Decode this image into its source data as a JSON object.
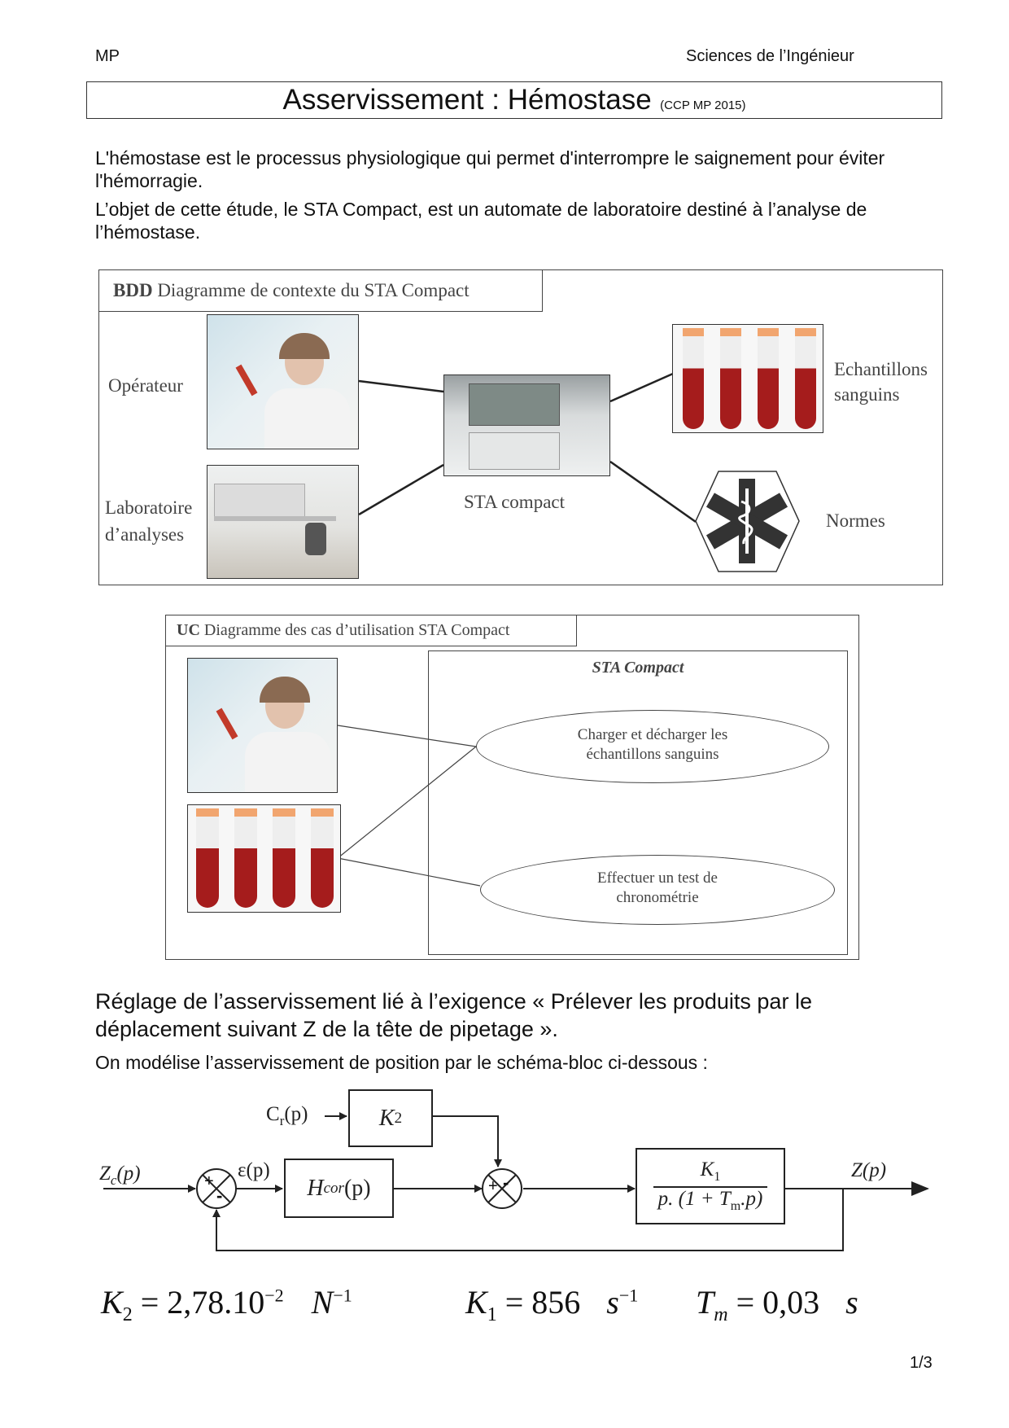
{
  "header": {
    "left": "MP",
    "right": "Sciences de l’Ingénieur"
  },
  "title": {
    "main": "Asservissement : Hémostase",
    "sub": "(CCP MP 2015)"
  },
  "intro": {
    "p1": "L'hémostase est le processus physiologique qui permet d'interrompre le saignement pour éviter l'hémorragie.",
    "p2": "L’objet de cette étude, le STA Compact, est un automate de laboratoire destiné à l’analyse de l’hémostase."
  },
  "bdd": {
    "tag": "BDD",
    "title": "Diagramme de contexte du STA Compact",
    "operator": "Opérateur",
    "lab_line1": "Laboratoire",
    "lab_line2": "d’analyses",
    "center": "STA compact",
    "samples_line1": "Echantillons",
    "samples_line2": "sanguins",
    "norms": "Normes"
  },
  "uc": {
    "tag": "UC",
    "title": "Diagramme des cas d’utilisation STA Compact",
    "system": "STA Compact",
    "case1_line1": "Charger et décharger les",
    "case1_line2": "échantillons sanguins",
    "case2_line1": "Effectuer un test de",
    "case2_line2": "chronométrie"
  },
  "section": {
    "heading": "Réglage de l’asservissement lié à l’exigence « Prélever les produits par le déplacement suivant Z de la tête de pipetage ».",
    "text": "On modélise l’asservissement de position par le schéma-bloc ci-dessous :"
  },
  "block_diagram": {
    "input": "Z",
    "input_sub": "c",
    "input_arg": "(p)",
    "error": "ε(p)",
    "disturbance": "C",
    "disturbance_sub": "r",
    "disturbance_arg": "(p)",
    "k2": "K",
    "k2_sub": "2",
    "hcor": "H",
    "hcor_sub": "cor",
    "hcor_arg": "(p)",
    "plant_num": "K",
    "plant_num_sub": "1",
    "plant_den_a": "p. (1 + T",
    "plant_den_sub": "m",
    "plant_den_b": ".p)",
    "output": "Z(p)",
    "sum1_plus": "+",
    "sum1_minus": "-",
    "sum2_plus": "+",
    "sum2_minus": "-"
  },
  "values": {
    "k2_name": "K",
    "k2_sub": "2",
    "k2_value": "= 2,78.10",
    "k2_exp": "−2",
    "k2_unit": "N",
    "k2_unit_exp": "−1",
    "k1_name": "K",
    "k1_sub": "1",
    "k1_value": "= 856",
    "k1_unit": "s",
    "k1_unit_exp": "−1",
    "tm_name": "T",
    "tm_sub": "m",
    "tm_value": "= 0,03",
    "tm_unit": "s"
  },
  "footer": {
    "page": "1/3"
  }
}
